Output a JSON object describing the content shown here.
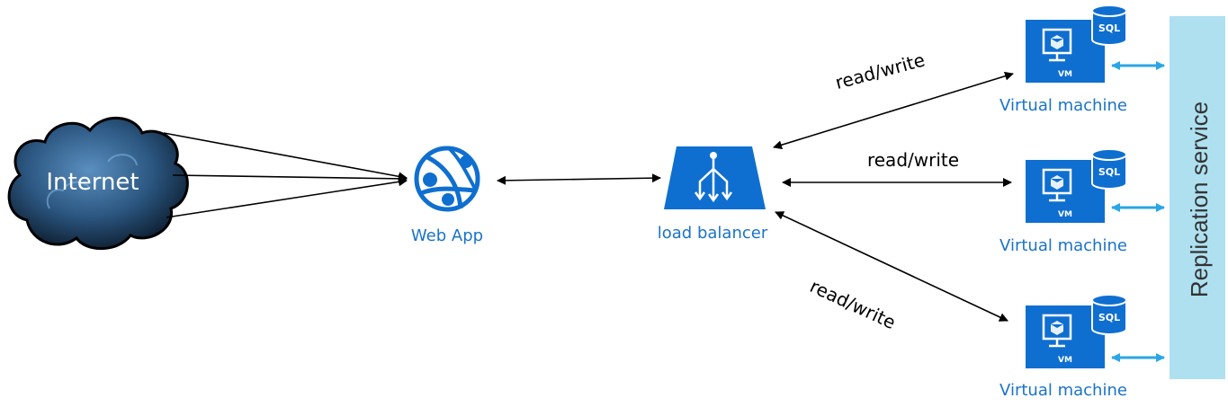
{
  "internet": {
    "label": "Internet"
  },
  "web_app": {
    "label": "Web App"
  },
  "load_balancer": {
    "label": "load balancer"
  },
  "connections": {
    "top": "read/write",
    "middle": "read/write",
    "bottom": "read/write"
  },
  "virtual_machines": [
    {
      "label": "Virtual machine",
      "vm_tag": "VM",
      "db_tag": "SQL"
    },
    {
      "label": "Virtual machine",
      "vm_tag": "VM",
      "db_tag": "SQL"
    },
    {
      "label": "Virtual machine",
      "vm_tag": "VM",
      "db_tag": "SQL"
    }
  ],
  "replication": {
    "label": "Replication service"
  },
  "colors": {
    "azure_blue": "#0f6fd0",
    "label_blue": "#1a73c8",
    "replication_fill": "#aee0f0",
    "sync_arrow": "#2aa6e6",
    "cloud_dark": "#0b1a2a",
    "cloud_light": "#3b6f9e"
  }
}
